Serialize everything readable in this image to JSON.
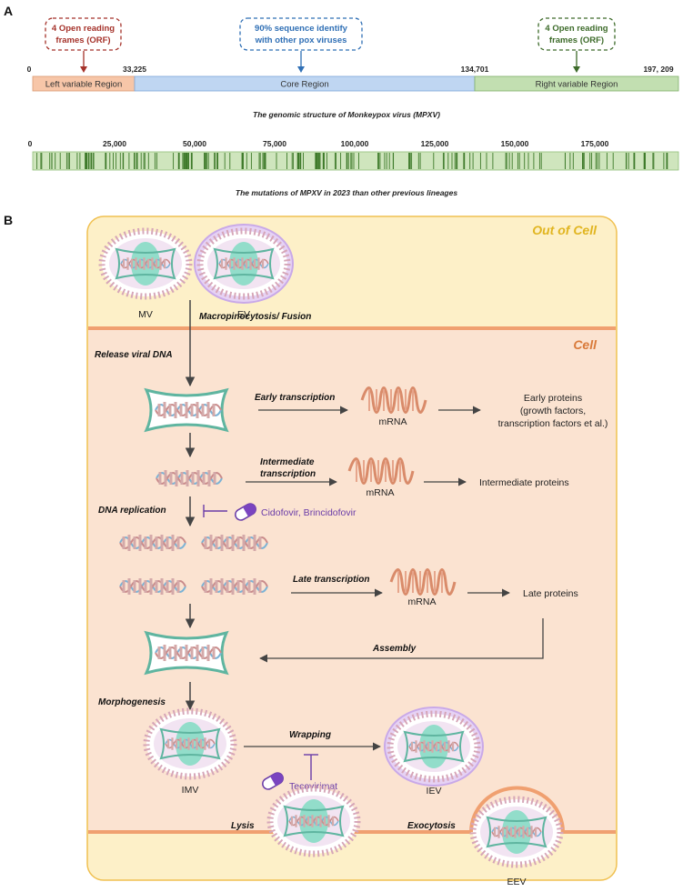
{
  "panel_a": {
    "label": "A",
    "callouts": {
      "left": {
        "line1": "4 Open reading",
        "line2": "frames (ORF)",
        "color": "#a5322a"
      },
      "core": {
        "line1": "90% sequence identify",
        "line2": "with other pox viruses",
        "color": "#2f6fb5"
      },
      "right": {
        "line1": "4 Open reading",
        "line2": "frames (ORF)",
        "color": "#3d6b2a"
      }
    },
    "positions": {
      "p0": "0",
      "p1": "33,225",
      "p2": "134,701",
      "p3": "197, 209"
    },
    "regions": {
      "left": {
        "label": "Left variable Region",
        "color": "#f7c6a8"
      },
      "core": {
        "label": "Core Region",
        "color": "#bfd6f2"
      },
      "right": {
        "label": "Right variable Region",
        "color": "#c2dfb1"
      }
    },
    "genome_caption": "The genomic structure of Monkeypox virus (MPXV)",
    "mutation_ticks": [
      "0",
      "25,000",
      "50,000",
      "75,000",
      "100,000",
      "125,000",
      "150,000",
      "175,000"
    ],
    "mutation_caption": "The mutations of MPXV in 2023 than other previous lineages",
    "colors": {
      "bar": "#cfe5bd",
      "mutation": "#3e7a2a"
    }
  },
  "panel_b": {
    "label": "B",
    "zones": {
      "out": "Out of Cell",
      "cell": "Cell"
    },
    "colors": {
      "out_bg": "#fdf0c8",
      "out_border": "#f0c050",
      "cell_bg": "#fbe3d1",
      "membrane": "#f0a070",
      "drug": "#6a3ca8",
      "arrow": "#444444"
    },
    "virions": {
      "mv": "MV",
      "ev": "EV",
      "imv": "IMV",
      "iev": "IEV",
      "eev": "EEV"
    },
    "steps": {
      "entry": "Macropinocytosis/ Fusion",
      "release": "Release viral DNA",
      "early": "Early transcription",
      "intermediate_1": "Intermediate",
      "intermediate_2": "transcription",
      "replication": "DNA replication",
      "late": "Late transcription",
      "assembly": "Assembly",
      "morphogenesis": "Morphogenesis",
      "wrapping": "Wrapping",
      "lysis": "Lysis",
      "exocytosis": "Exocytosis"
    },
    "mrna": {
      "early": "mRNA",
      "intermediate": "mRNA",
      "late": "mRNA"
    },
    "proteins": {
      "early_1": "Early proteins",
      "early_2": "(growth factors,",
      "early_3": "transcription factors et al.)",
      "intermediate": "Intermediate  proteins",
      "late": "Late proteins"
    },
    "drugs": {
      "replication": "Cidofovir, Brincidofovir",
      "wrapping": "Tecovirimat"
    }
  }
}
